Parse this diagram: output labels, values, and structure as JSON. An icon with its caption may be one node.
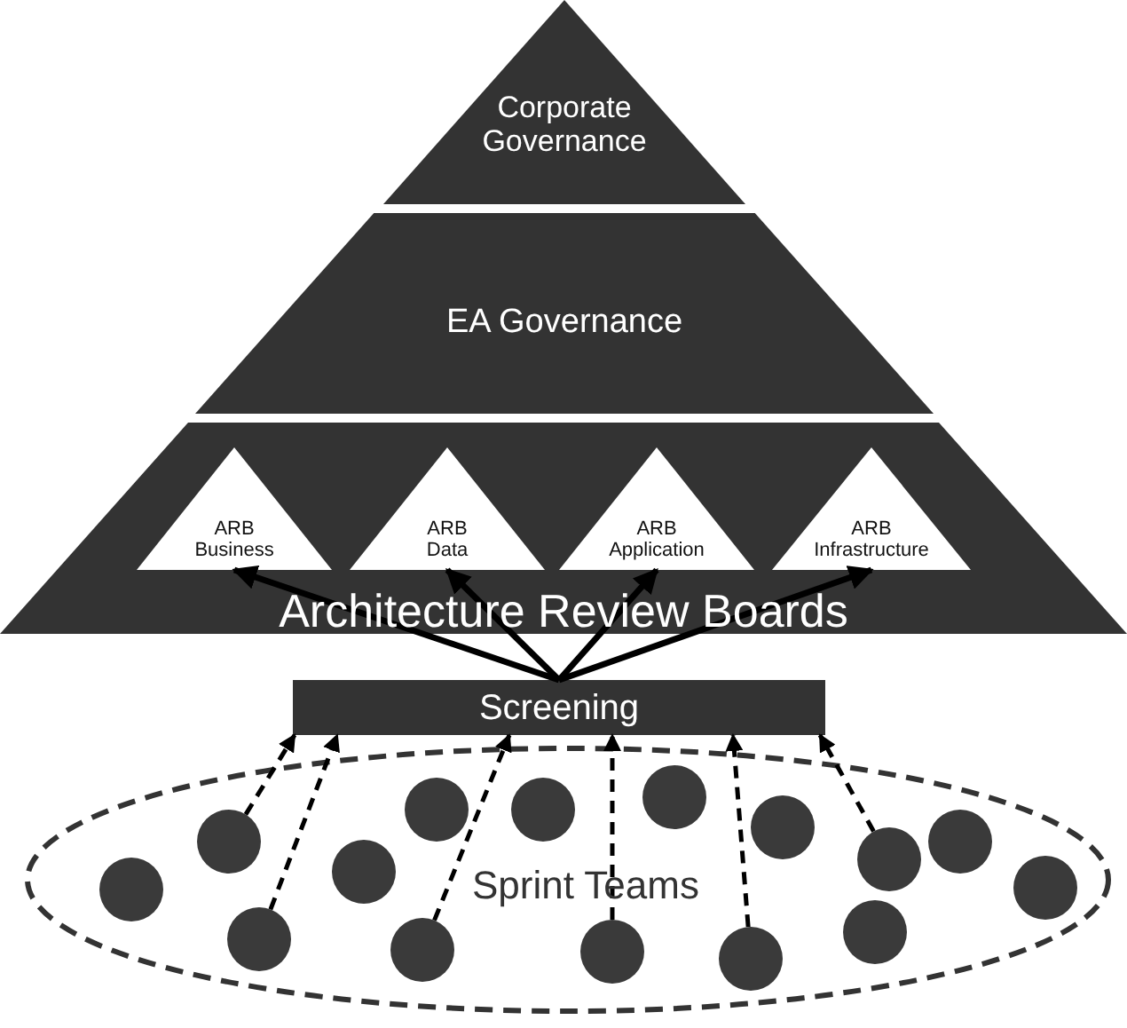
{
  "diagram": {
    "nodes": [
      {
        "text": [
          "Corporate Governance"
        ]
      },
      {
        "text": [
          "EA Governance"
        ]
      },
      {
        "text": [
          "Architecture Review Boards"
        ]
      },
      {
        "text": [
          "ARB Business"
        ],
        "in": 2
      },
      {
        "text": [
          "ARB Data"
        ],
        "in": 2
      },
      {
        "text": [
          "ARB Application"
        ],
        "in": 2
      },
      {
        "text": [
          "ARB Infrastructure"
        ],
        "in": 2
      },
      {
        "text": [
          "Screening"
        ]
      },
      {
        "text": [
          "Sprint Teams"
        ]
      },
      {
        "text": [],
        "shape": "circle",
        "in": 8
      },
      {
        "text": [],
        "shape": "circle",
        "in": 8
      },
      {
        "text": [],
        "shape": "circle",
        "in": 8
      },
      {
        "text": [],
        "shape": "circle",
        "in": 8
      },
      {
        "text": [],
        "shape": "circle",
        "in": 8
      },
      {
        "text": [],
        "shape": "circle",
        "in": 8
      },
      {
        "text": [],
        "shape": "circle",
        "in": 8
      },
      {
        "text": [],
        "shape": "circle",
        "in": 8
      },
      {
        "text": [],
        "shape": "circle",
        "in": 8
      },
      {
        "text": [],
        "shape": "circle",
        "in": 8
      },
      {
        "text": [],
        "shape": "circle",
        "in": 8
      },
      {
        "text": [],
        "shape": "circle",
        "in": 8
      },
      {
        "text": [],
        "shape": "circle",
        "in": 8
      },
      {
        "text": [],
        "shape": "circle",
        "in": 8
      },
      {
        "text": [],
        "shape": "circle",
        "in": 8
      }
    ],
    "edges": [
      {
        "from": 7,
        "to": 3,
        "arrow": "to"
      },
      {
        "from": 7,
        "to": 4,
        "arrow": "to"
      },
      {
        "from": 7,
        "to": 5,
        "arrow": "to"
      },
      {
        "from": 7,
        "to": 6,
        "arrow": "to"
      },
      {
        "from": 10,
        "to": 7,
        "arrow": "to",
        "style": "dashed"
      },
      {
        "from": 11,
        "to": 7,
        "arrow": "to",
        "style": "dashed"
      },
      {
        "from": 13,
        "to": 7,
        "arrow": "to",
        "style": "dashed"
      },
      {
        "from": 16,
        "to": 7,
        "arrow": "to",
        "style": "dashed"
      },
      {
        "from": 18,
        "to": 7,
        "arrow": "to",
        "style": "dashed"
      },
      {
        "from": 21,
        "to": 7,
        "arrow": "to",
        "style": "dashed"
      }
    ]
  }
}
